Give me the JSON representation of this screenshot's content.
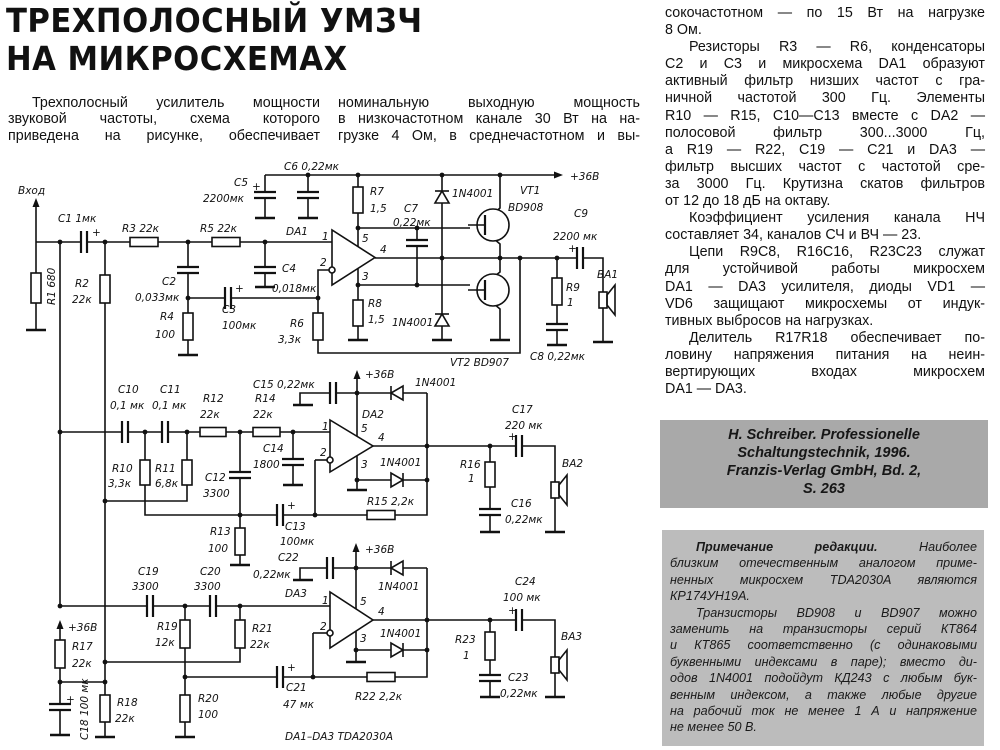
{
  "article": {
    "title_lines": [
      "ТРЕХПОЛОСНЫЙ УМЗЧ",
      "НА МИКРОСХЕМАХ"
    ],
    "intro_left": [
      "Трехполосный усилитель мощности",
      "звуковой частоты, схема которого",
      "приведена на рисунке, обеспечивает"
    ],
    "intro_mid": [
      "номинальную выходную мощность",
      "в низкочастотном канале 30 Вт на на-",
      "грузке 4 Ом, в среднечастотном и вы-"
    ],
    "right_col": [
      "сокочастотном — по 15 Вт на нагрузке",
      "8 Ом.",
      "Резисторы R3 — R6, конденсаторы",
      "C2 и C3 и микросхема DA1 образуют",
      "активный фильтр низших частот с гра-",
      "ничной частотой 300 Гц. Элементы",
      "R10 — R15, C10—C13 вместе с DA2 —",
      "полосовой фильтр 300...3000 Гц,",
      "а R19 — R22, C19 — C21 и DA3 —",
      "фильтр высших частот с частотой сре-",
      "за 3000 Гц. Крутизна скатов фильтров",
      "от 12 до 18 дБ на октаву.",
      "Коэффициент усиления канала НЧ",
      "составляет 34, каналов СЧ и ВЧ — 23.",
      "Цепи R9C8, R16C16, R23C23 служат",
      "для устойчивой работы микросхем",
      "DA1 — DA3 усилителя, диоды VD1 —",
      "VD6 защищают микросхемы от индук-",
      "тивных выбросов на нагрузках.",
      "Делитель R17R18 обеспечивает по-",
      "ловину напряжения питания на неин-",
      "вертирующих входах микросхем",
      "DA1 — DA3."
    ]
  },
  "reference": [
    "H. Schreiber. Professionelle",
    "Schaltungstechnik, 1996.",
    "Franzis-Verlag GmbH, Bd. 2,",
    "S. 263"
  ],
  "editor_note": {
    "heading": "Примечание редакции.",
    "lines": [
      "Наиболее",
      "близким отечественным аналогом приме-",
      "ненных микросхем TDA2030A являются",
      "КР174УН19А.",
      "Транзисторы BD908 и BD907 можно",
      "заменить на транзисторы серий КТ864",
      "и КТ865 соответственно (с одинаковыми",
      "буквенными индексами в паре); вместо ди-",
      "одов 1N4001 подойдут КД243 с любым бук-",
      "венным индексом, а также любые другие",
      "на рабочий ток не менее 1 А и напряжение",
      "не менее 50 В."
    ]
  },
  "schematic": {
    "labels": {
      "vhod": "Вход",
      "c1": "C1 1мк",
      "r1": "R1 680",
      "r2": "R2",
      "r2v": "22к",
      "r3": "R3 22к",
      "r5": "R5 22к",
      "c2": "C2",
      "c2v": "0,033мк",
      "r4": "R4",
      "r4v": "100",
      "c3": "C3",
      "c3v": "100мк",
      "c4": "C4",
      "c4v": "0,018мк",
      "c5": "C5",
      "c5v": "2200мк",
      "c6": "C6 0,22мк",
      "da1": "DA1",
      "r6": "R6",
      "r6v": "3,3к",
      "r7": "R7",
      "r7v": "1,5",
      "r8": "R8",
      "r8v": "1,5",
      "c7": "C7",
      "c7v": "0,22мк",
      "d1": "1N4001",
      "d2": "1N4001",
      "vt1": "VT1",
      "vt1v": "BD908",
      "vt2": "VT2 BD907",
      "plus1": "+36В",
      "c9": "C9",
      "c9v": "2200 мк",
      "r9": "R9",
      "r9v": "1",
      "c8": "C8 0,22мк",
      "ba1": "BA1",
      "c10": "C10",
      "c10v": "0,1 мк",
      "c11": "C11",
      "c11v": "0,1 мк",
      "r12": "R12",
      "r12v": "22к",
      "r14": "R14",
      "r14v": "22к",
      "c14": "C14",
      "c14v": "1800",
      "r10": "R10",
      "r10v": "3,3к",
      "r11": "R11",
      "r11v": "6,8к",
      "c12": "C12",
      "c12v": "3300",
      "r13": "R13",
      "r13v": "100",
      "c13": "C13",
      "c13v": "100мк",
      "c15": "C15  0,22мк",
      "plus2": "+36В",
      "da2": "DA2",
      "d3": "1N4001",
      "d4": "1N4001",
      "r15": "R15 2,2к",
      "c17": "C17",
      "c17v": "220 мк",
      "r16": "R16",
      "r16v": "1",
      "c16": "C16",
      "c16v": "0,22мк",
      "ba2": "BA2",
      "c19": "C19",
      "c19v": "3300",
      "c20": "C20",
      "c20v": "3300",
      "da3": "DA3",
      "r19": "R19",
      "r19v": "12к",
      "r21": "R21",
      "r21v": "22к",
      "r20": "R20",
      "r20v": "100",
      "c21": "C21",
      "c21v": "47 мк",
      "c22": "C22",
      "c22v": "0,22мк",
      "plus3": "+36В",
      "d5": "1N4001",
      "d6": "1N4001",
      "r22": "R22  2,2к",
      "c24": "C24",
      "c24v": "100 мк",
      "r23": "R23",
      "r23v": "1",
      "c23": "C23",
      "c23v": "0,22мк",
      "ba3": "BA3",
      "plus4": "+36В",
      "r17": "R17",
      "r17v": "22к",
      "r18": "R18",
      "r18v": "22к",
      "c18": "C18 100 мк",
      "chips": "DA1–DA3   TDA2030A",
      "pin1a": "1",
      "pin2a": "2",
      "pin3a": "3",
      "pin4a": "4",
      "pin5a": "5",
      "pin1b": "1",
      "pin2b": "2",
      "pin3b": "3",
      "pin4b": "4",
      "pin5b": "5",
      "pin1c": "1",
      "pin2c": "2",
      "pin3c": "3",
      "pin4c": "4",
      "pin5c": "5"
    }
  }
}
